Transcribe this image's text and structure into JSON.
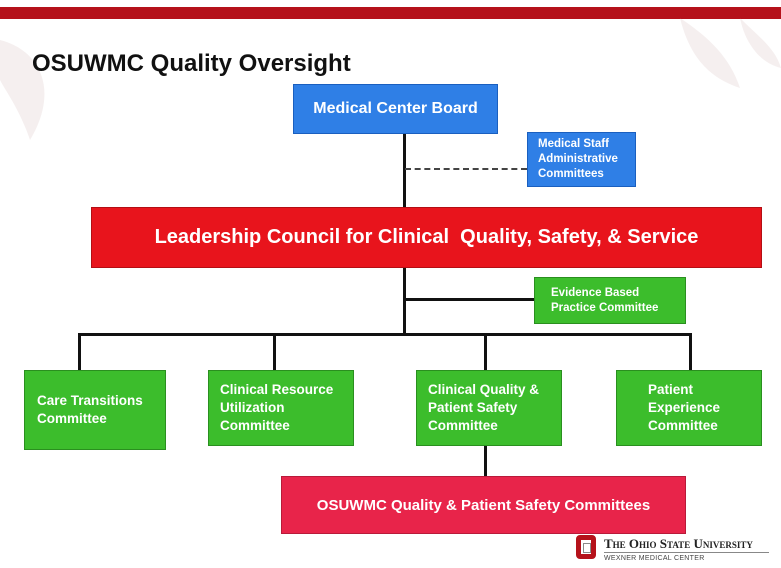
{
  "title": "OSUWMC Quality Oversight",
  "nodes": {
    "board": "Medical Center Board",
    "med_staff": [
      "Medical Staff",
      "Administrative",
      "Committees"
    ],
    "leadership": "Leadership Council for Clinical  Quality, Safety, & Service",
    "ebp": [
      "Evidence Based",
      "Practice Committee"
    ],
    "care_transitions": [
      "Care Transitions",
      "Committee"
    ],
    "clinical_resource": [
      "Clinical Resource",
      "Utilization",
      "Committee"
    ],
    "clinical_quality": [
      "Clinical Quality &",
      "Patient Safety",
      "Committee"
    ],
    "patient_experience": [
      "Patient",
      "Experience",
      "Committee"
    ],
    "osuwmc_committees": "OSUWMC Quality & Patient Safety Committees"
  },
  "logo": {
    "name": "The Ohio State University",
    "subtitle": "WEXNER MEDICAL CENTER"
  },
  "colors": {
    "brand_red": "#b5121b",
    "board_blue": "#2f7fe6",
    "council_red": "#e8141c",
    "committee_green": "#3cbd2c",
    "osuwmc_pink": "#e8244a"
  }
}
